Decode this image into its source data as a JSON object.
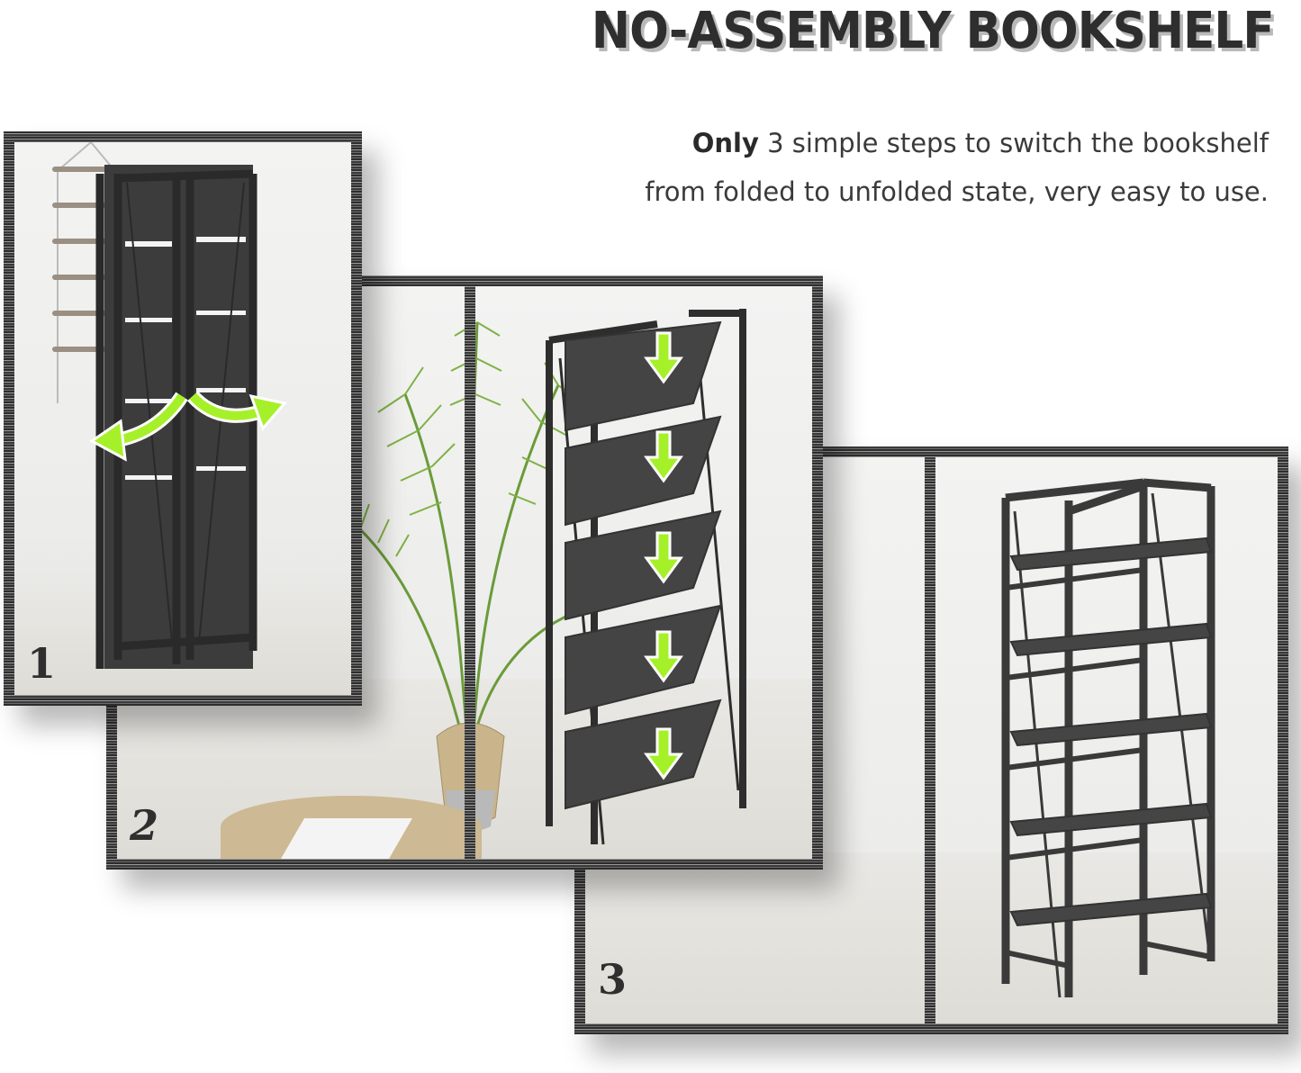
{
  "header": {
    "title": "NO-ASSEMBLY BOOKSHELF",
    "subtitle_bold": "Only",
    "subtitle_line1_rest": " 3 simple steps to switch the bookshelf",
    "subtitle_line2": "from folded to unfolded state, very easy to use."
  },
  "steps": [
    {
      "number": "1",
      "description": "Folded bookshelf with curved unfold arrows"
    },
    {
      "number": "2",
      "description": "Shelves partially unfolded with downward arrows"
    },
    {
      "number": "3",
      "description": "Fully unfolded 5-tier bookshelf"
    }
  ],
  "colors": {
    "arrow_green": "#a6f02a",
    "frame_dark": "#3b3b3b",
    "shelf_dark": "#3a3a3a",
    "title_text": "#2e2e2e",
    "title_shadow": "#b9b9b9"
  }
}
